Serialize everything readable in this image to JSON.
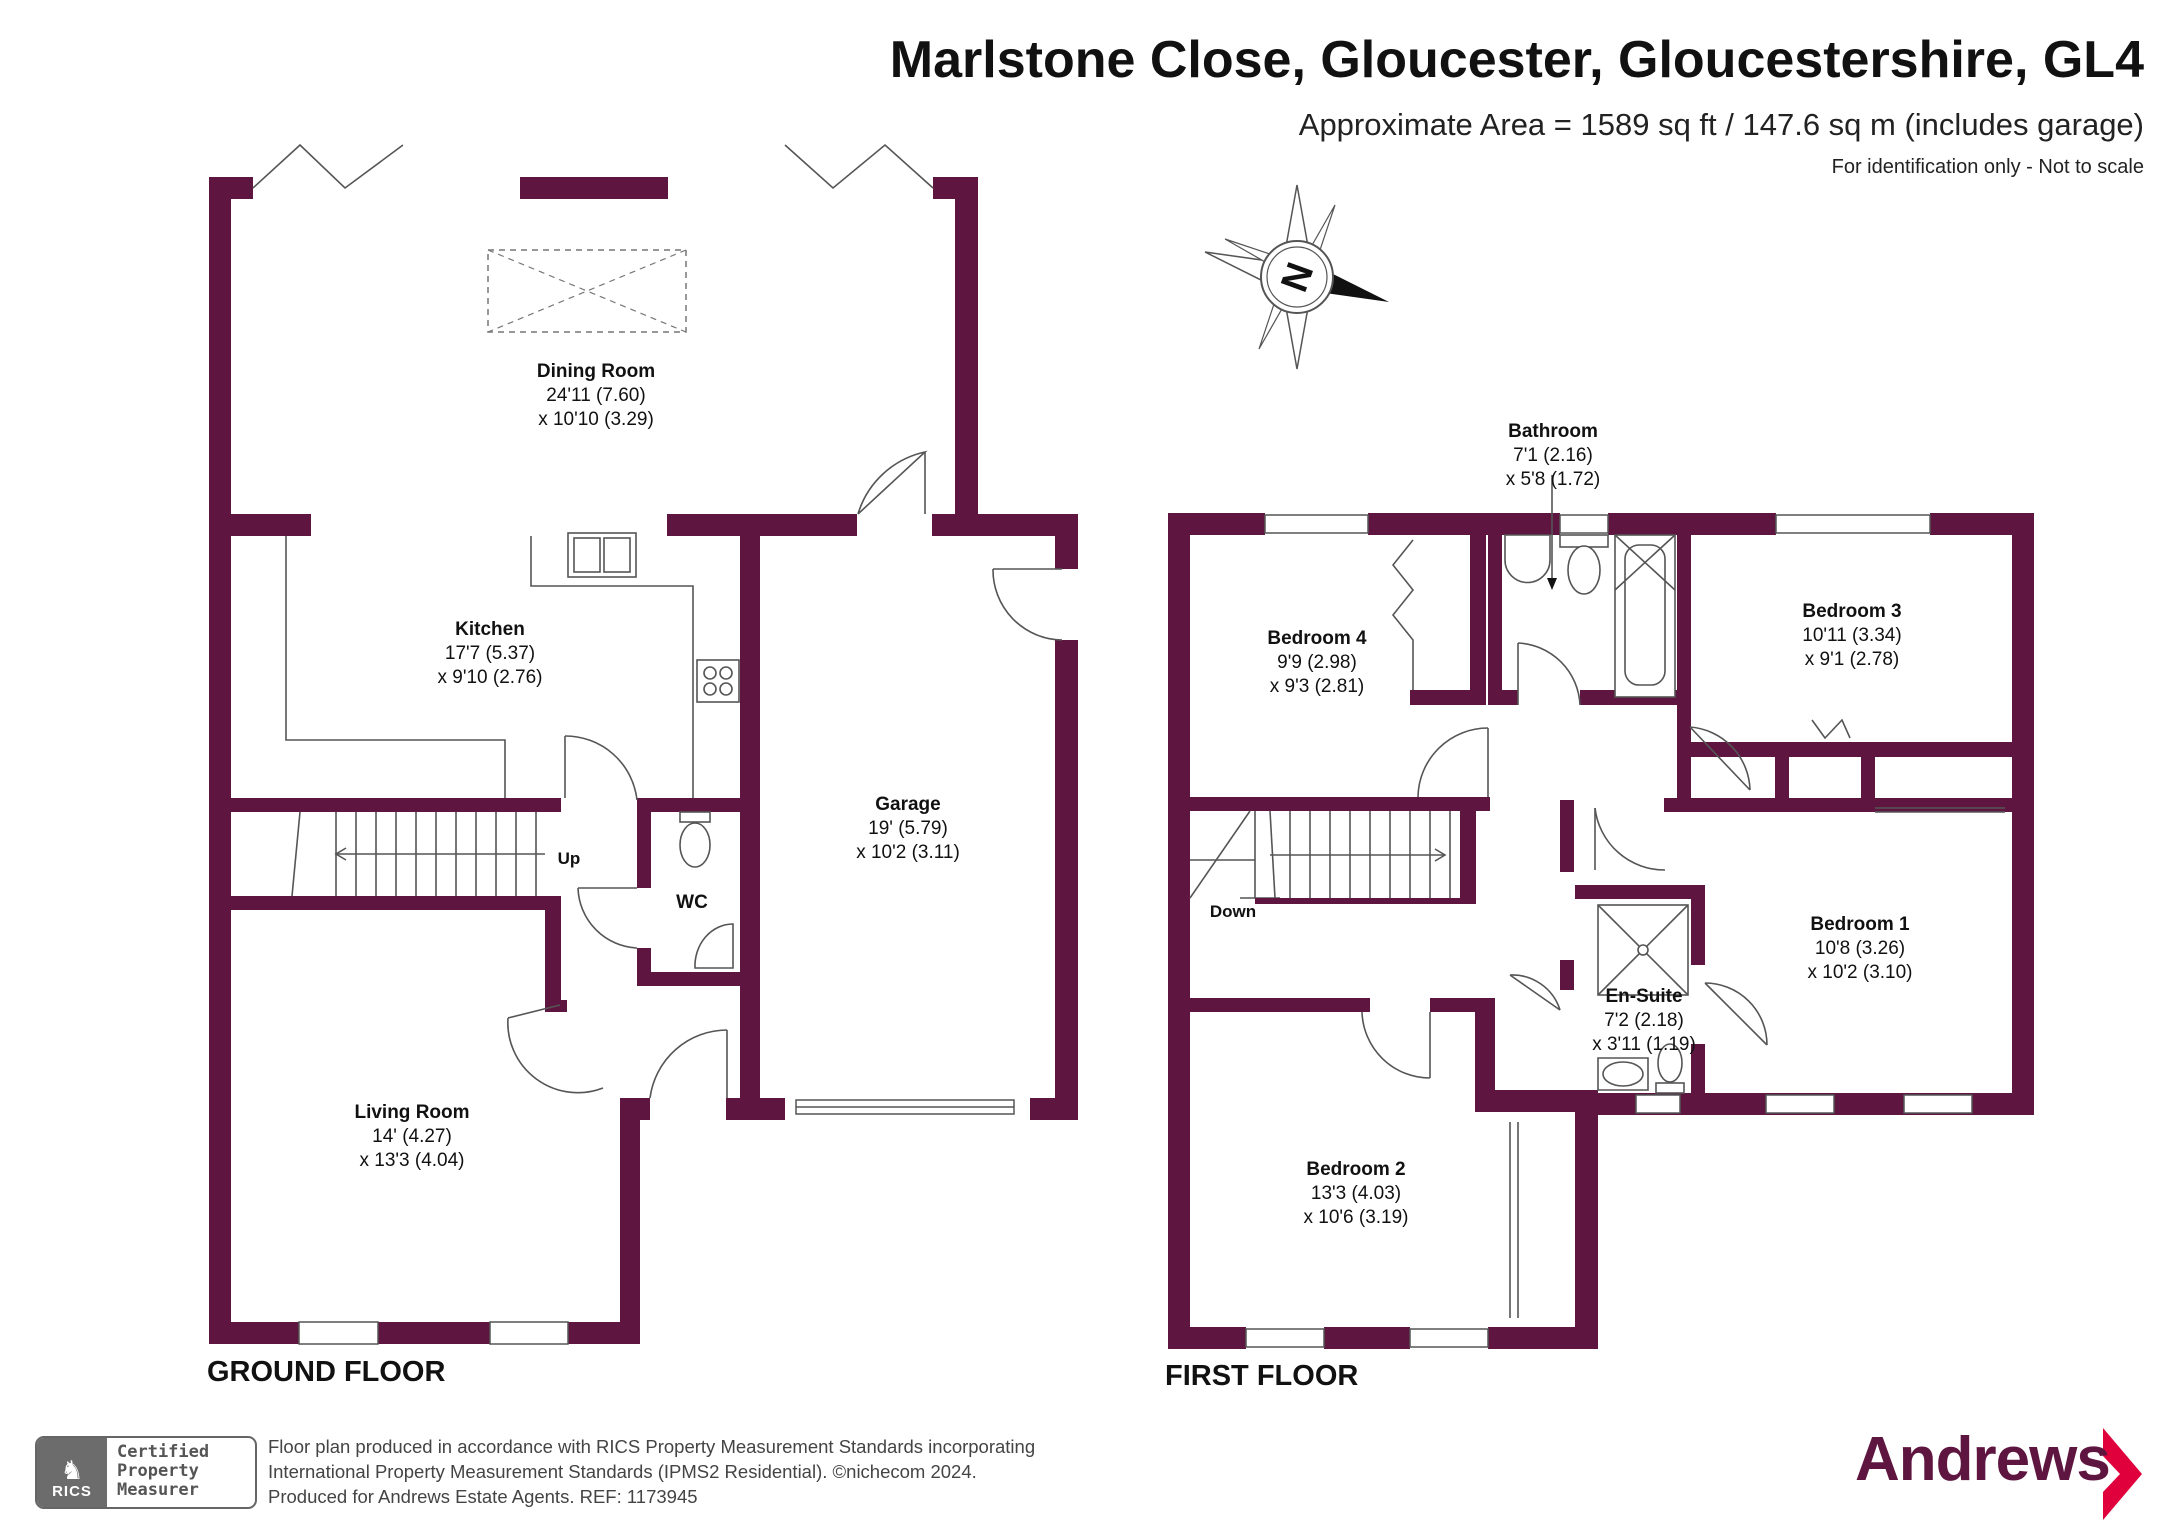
{
  "header": {
    "title": "Marlstone Close, Gloucester, Gloucestershire, GL4",
    "area": "Approximate Area = 1589 sq ft / 147.6 sq m (includes garage)",
    "note": "For identification only - Not to scale"
  },
  "colors": {
    "wall": "#5e1640",
    "brand": "#5e1640",
    "fixture": "#555555"
  },
  "compass": {
    "label": "N",
    "icon": "compass-rose-icon"
  },
  "ground_floor": {
    "label": "GROUND FLOOR",
    "rooms": {
      "dining": {
        "name": "Dining Room",
        "dim1": "24'11 (7.60)",
        "dim2": "x 10'10 (3.29)"
      },
      "kitchen": {
        "name": "Kitchen",
        "dim1": "17'7 (5.37)",
        "dim2": "x 9'10 (2.76)"
      },
      "garage": {
        "name": "Garage",
        "dim1": "19' (5.79)",
        "dim2": "x 10'2 (3.11)"
      },
      "wc": {
        "name": "WC"
      },
      "living": {
        "name": "Living Room",
        "dim1": "14' (4.27)",
        "dim2": "x 13'3 (4.04)"
      }
    },
    "stairs": "Up"
  },
  "first_floor": {
    "label": "FIRST FLOOR",
    "rooms": {
      "bathroom": {
        "name": "Bathroom",
        "dim1": "7'1 (2.16)",
        "dim2": "x 5'8 (1.72)"
      },
      "bedroom4": {
        "name": "Bedroom 4",
        "dim1": "9'9 (2.98)",
        "dim2": "x 9'3 (2.81)"
      },
      "bedroom3": {
        "name": "Bedroom 3",
        "dim1": "10'11 (3.34)",
        "dim2": "x 9'1 (2.78)"
      },
      "bedroom1": {
        "name": "Bedroom 1",
        "dim1": "10'8 (3.26)",
        "dim2": "x 10'2 (3.10)"
      },
      "ensuite": {
        "name": "En-Suite",
        "dim1": "7'2 (2.18)",
        "dim2": "x 3'11 (1.19)"
      },
      "bedroom2": {
        "name": "Bedroom 2",
        "dim1": "13'3 (4.03)",
        "dim2": "x 10'6 (3.19)"
      }
    },
    "stairs": "Down"
  },
  "footer": {
    "line1": "Floor plan produced in accordance with RICS Property Measurement Standards incorporating",
    "line2": "International Property Measurement Standards (IPMS2 Residential).   ©nichecom 2024.",
    "line3": "Produced for Andrews Estate Agents.   REF:  1173945",
    "rics_badge": "RICS",
    "rics_line1": "Certified",
    "rics_line2": "Property",
    "rics_line3": "Measurer",
    "brand": "Andrews"
  }
}
